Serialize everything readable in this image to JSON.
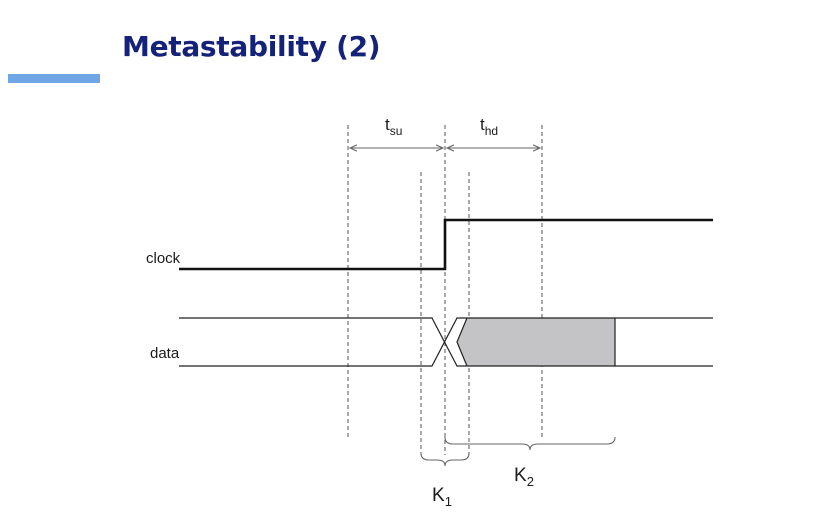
{
  "slide": {
    "title": "Metastability (2)"
  },
  "diagram": {
    "signals": {
      "clock": "clock",
      "data": "data"
    },
    "intervals": {
      "setup": {
        "base": "t",
        "sub": "su"
      },
      "hold": {
        "base": "t",
        "sub": "hd"
      },
      "k1": {
        "base": "K",
        "sub": "1"
      },
      "k2": {
        "base": "K",
        "sub": "2"
      }
    },
    "colors": {
      "title": "#14227a",
      "title_bar": "#6fa6e6",
      "waveform": "#111111",
      "guide_lines": "#555555",
      "data_unstable_fill": "#c4c4c6"
    }
  }
}
